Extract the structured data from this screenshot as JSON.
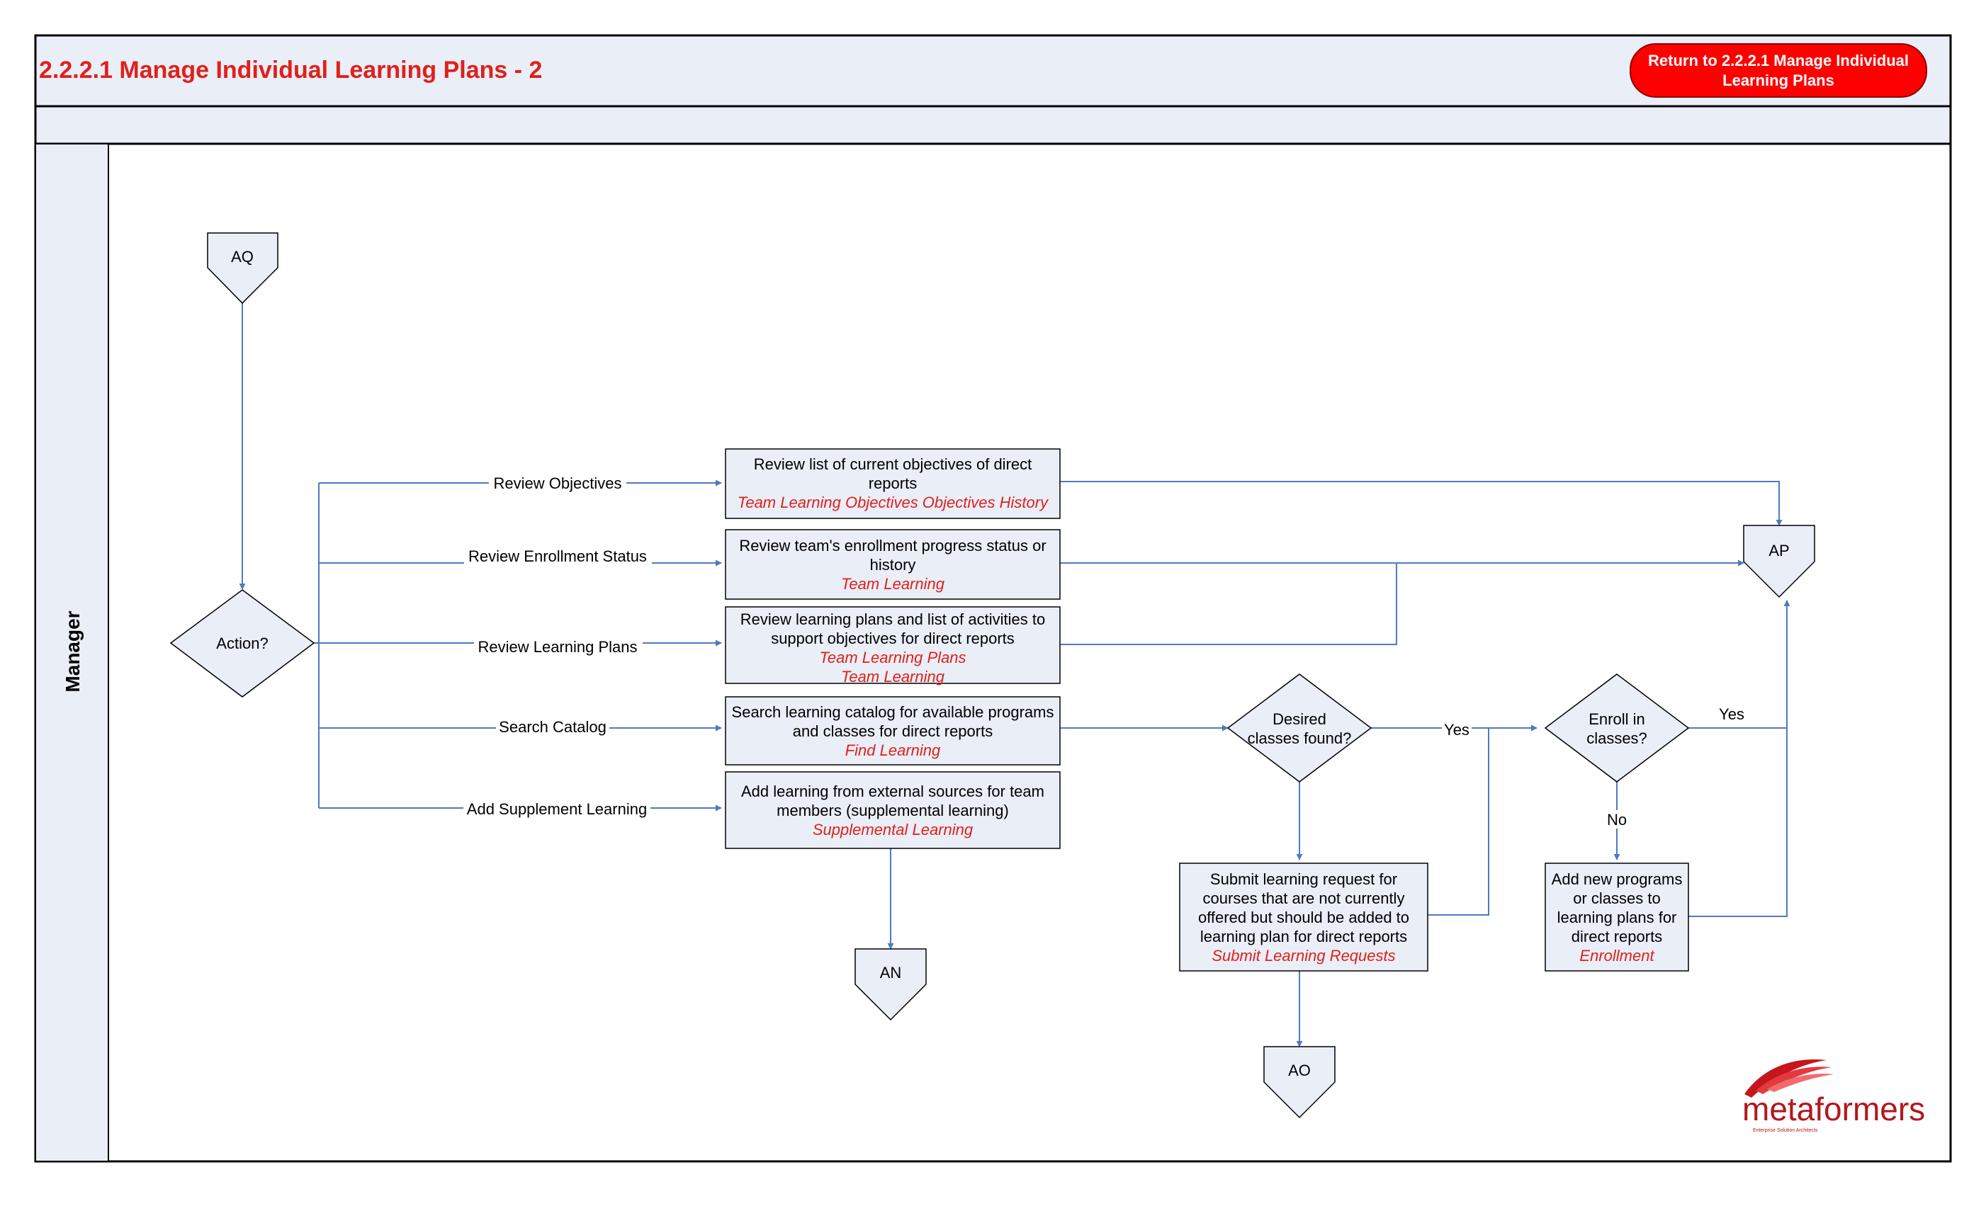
{
  "header": {
    "title": "2.2.2.1 Manage Individual Learning Plans - 2",
    "return_button": {
      "line1": "Return to 2.2.2.1 Manage Individual",
      "line2": "Learning Plans"
    }
  },
  "lane": {
    "label": "Manager"
  },
  "connectors": {
    "aq": "AQ",
    "ap": "AP",
    "an": "AN",
    "ao": "AO"
  },
  "decisions": {
    "action": "Action?",
    "desired": {
      "line1": "Desired",
      "line2": "classes found?"
    },
    "enroll": {
      "line1": "Enroll in",
      "line2": "classes?"
    }
  },
  "edge_labels": {
    "review_objectives": "Review Objectives",
    "review_enrollment": "Review Enrollment Status",
    "review_plans": "Review Learning Plans",
    "search_catalog": "Search Catalog",
    "add_supplement": "Add Supplement Learning",
    "yes_desired": "Yes",
    "yes_enroll": "Yes",
    "no_enroll": "No"
  },
  "processes": {
    "objectives": {
      "lines": [
        "Review list of current objectives of direct",
        "reports"
      ],
      "links": [
        "Team Learning Objectives Objectives History"
      ]
    },
    "enrollment": {
      "lines": [
        "Review team's enrollment progress status or",
        "history"
      ],
      "links": [
        "Team Learning"
      ]
    },
    "plans": {
      "lines": [
        "Review learning plans and list of activities to",
        "support objectives for direct reports"
      ],
      "links": [
        "Team Learning Plans",
        "Team Learning"
      ]
    },
    "catalog": {
      "lines": [
        "Search learning catalog for available programs",
        "and classes for direct reports"
      ],
      "links": [
        "Find Learning"
      ]
    },
    "supplement": {
      "lines": [
        "Add learning from external sources for team",
        "members (supplemental learning)"
      ],
      "links": [
        "Supplemental Learning"
      ]
    },
    "submit": {
      "lines": [
        "Submit learning request for",
        "courses that are not currently",
        "offered but should be added to",
        "learning plan for direct reports"
      ],
      "links": [
        "Submit Learning Requests"
      ]
    },
    "addnew": {
      "lines": [
        "Add new programs",
        "or classes to",
        "learning plans for",
        "direct reports"
      ],
      "links": [
        "Enrollment"
      ]
    }
  },
  "logo": {
    "brand": "metaformers",
    "tagline": "Enterprise Solution Architects"
  },
  "colors": {
    "shape_fill": "#eaeef7",
    "edge": "#4f7ac0",
    "title_red": "#e0201b",
    "button_red": "#ff0000",
    "logo_red": "#b2171d"
  }
}
